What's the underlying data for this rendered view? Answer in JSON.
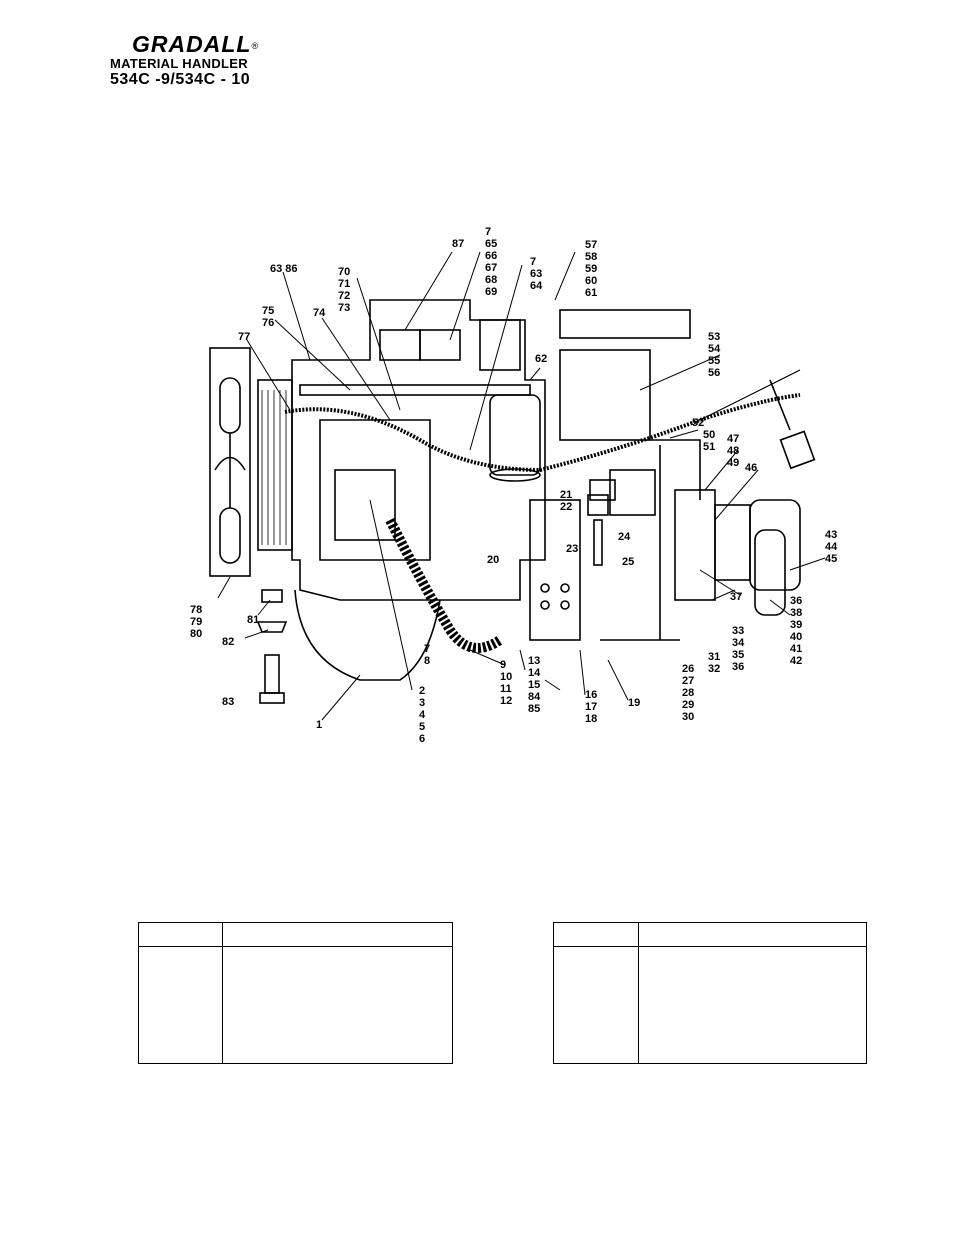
{
  "header": {
    "brand": "GRADALL",
    "registered_mark": "®",
    "product_line": "MATERIAL HANDLER",
    "model": "534C -9/534C - 10"
  },
  "diagram_callouts": [
    {
      "key": "c87",
      "text": "87"
    },
    {
      "key": "c7a",
      "text": "7\n65\n66\n67\n68\n69"
    },
    {
      "key": "c7b",
      "text": "7\n63\n64"
    },
    {
      "key": "c57",
      "text": "57\n58\n59\n60\n61"
    },
    {
      "key": "c6386",
      "text": "63 86"
    },
    {
      "key": "c70",
      "text": "70\n71\n72\n73"
    },
    {
      "key": "c7576",
      "text": "75\n76"
    },
    {
      "key": "c74",
      "text": "74"
    },
    {
      "key": "c77",
      "text": "77"
    },
    {
      "key": "c62",
      "text": "62"
    },
    {
      "key": "c53",
      "text": "53\n54\n55\n56"
    },
    {
      "key": "c52",
      "text": "52"
    },
    {
      "key": "c5051",
      "text": "50\n51"
    },
    {
      "key": "c47",
      "text": "47\n48\n49"
    },
    {
      "key": "c46",
      "text": "46"
    },
    {
      "key": "c2122",
      "text": "21\n22"
    },
    {
      "key": "c24",
      "text": "24"
    },
    {
      "key": "c23",
      "text": "23"
    },
    {
      "key": "c25",
      "text": "25"
    },
    {
      "key": "c20",
      "text": "20"
    },
    {
      "key": "c43",
      "text": "43\n44\n45"
    },
    {
      "key": "c37",
      "text": "37"
    },
    {
      "key": "c36a",
      "text": "36\n38\n39\n40\n41\n42"
    },
    {
      "key": "c33",
      "text": "33\n34\n35\n36"
    },
    {
      "key": "c3132",
      "text": "31\n32"
    },
    {
      "key": "c26",
      "text": "26\n27\n28\n29\n30"
    },
    {
      "key": "c19",
      "text": "19"
    },
    {
      "key": "c16",
      "text": "16\n17\n18"
    },
    {
      "key": "c13",
      "text": "13\n14\n15\n84\n85"
    },
    {
      "key": "c9",
      "text": "9\n10\n11\n12"
    },
    {
      "key": "c78",
      "text": "7\n8"
    },
    {
      "key": "c2",
      "text": "2\n3\n4\n5\n6"
    },
    {
      "key": "c1",
      "text": "1"
    },
    {
      "key": "c83",
      "text": "83"
    },
    {
      "key": "c82",
      "text": "82"
    },
    {
      "key": "c81",
      "text": "81"
    },
    {
      "key": "c78b",
      "text": "78\n79\n80"
    }
  ],
  "tables": [
    {
      "header": [
        "",
        ""
      ]
    },
    {
      "header": [
        "",
        ""
      ]
    }
  ]
}
